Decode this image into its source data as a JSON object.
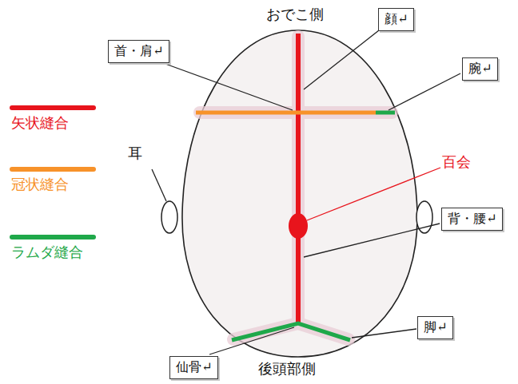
{
  "diagram": {
    "nodes": [
      {
        "text": [
          "顔↵"
        ]
      },
      {
        "text": [
          "首・肩↵"
        ]
      },
      {
        "text": [
          "腕↵"
        ]
      },
      {
        "text": [
          "背・腰↵"
        ]
      },
      {
        "text": [
          "脚↵"
        ]
      },
      {
        "text": [
          "仙骨↵"
        ]
      }
    ],
    "labels": [
      "おでこ側",
      "耳",
      "百会",
      "後頭部側"
    ],
    "legend": [
      {
        "text": "矢状縫合",
        "color": "#e8141c"
      },
      {
        "text": "冠状縫合",
        "color": "#f7922a"
      },
      {
        "text": "ラムダ縫合",
        "color": "#1fa84a"
      }
    ]
  }
}
